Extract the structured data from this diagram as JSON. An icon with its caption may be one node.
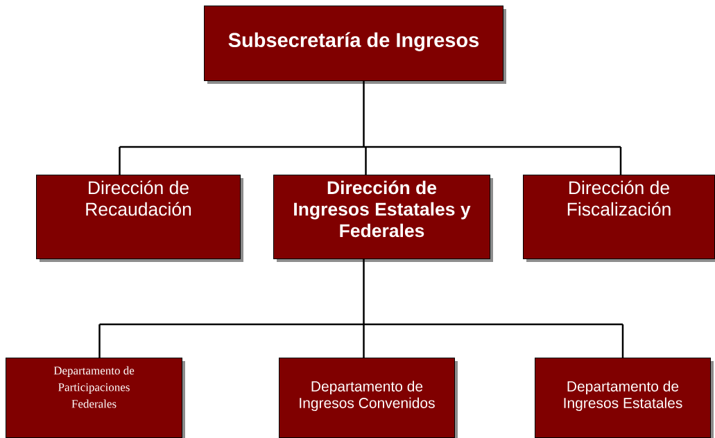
{
  "diagram": {
    "nodes": [
      {
        "text": [
          "Subsecretaría de Ingresos"
        ]
      },
      {
        "text": [
          "Dirección de Recaudación"
        ]
      },
      {
        "text": [
          "Dirección de Ingresos Estatales y Federales"
        ]
      },
      {
        "text": [
          "Dirección de Fiscalización"
        ]
      },
      {
        "text": [
          "Departamento de Participaciones Federales"
        ]
      },
      {
        "text": [
          "Departamento de Ingresos Convenidos"
        ]
      },
      {
        "text": [
          "Departamento de Ingresos Estatales"
        ]
      }
    ],
    "edges": [
      {
        "from": 0,
        "to": 1,
        "arrow": "none"
      },
      {
        "from": 0,
        "to": 2,
        "arrow": "none"
      },
      {
        "from": 0,
        "to": 3,
        "arrow": "none"
      },
      {
        "from": 2,
        "to": 4,
        "arrow": "none"
      },
      {
        "from": 2,
        "to": 5,
        "arrow": "none"
      },
      {
        "from": 2,
        "to": 6,
        "arrow": "none"
      }
    ]
  }
}
